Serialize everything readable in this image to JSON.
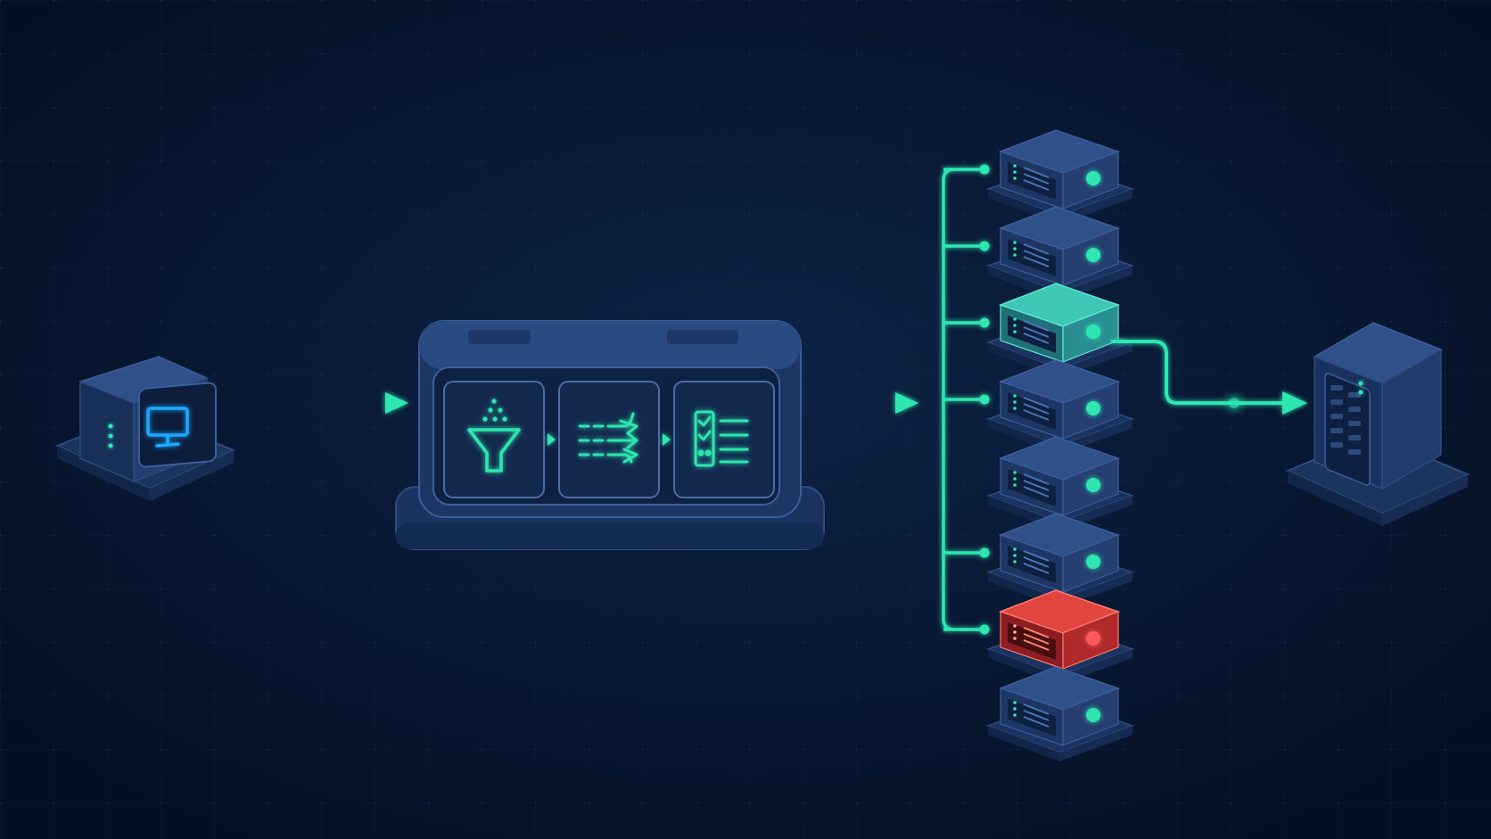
{
  "colors": {
    "background": "#071630",
    "device_body": "#213a66",
    "device_top": "#2d4c80",
    "device_dark": "#14264a",
    "accent": "#2ee6b0",
    "screen_blue": "#1aa8ff",
    "healthy_led": "#2ee6b0",
    "selected_server": "#2bb5a4",
    "failed_server": "#d8302e",
    "failed_led": "#ff5a5a"
  },
  "diagram": {
    "client": {
      "icon": "monitor-icon"
    },
    "load_balancer": {
      "stages": [
        {
          "icon": "funnel-filter-icon"
        },
        {
          "icon": "split-arrows-icon"
        },
        {
          "icon": "checklist-icon"
        }
      ]
    },
    "server_pool": {
      "servers": [
        {
          "status": "healthy",
          "connected": true
        },
        {
          "status": "healthy",
          "connected": true
        },
        {
          "status": "selected",
          "connected": true
        },
        {
          "status": "healthy",
          "connected": true
        },
        {
          "status": "healthy",
          "connected": false
        },
        {
          "status": "healthy",
          "connected": true
        },
        {
          "status": "failed",
          "connected": true
        },
        {
          "status": "healthy",
          "connected": false
        }
      ]
    },
    "backend": {
      "icon": "tower-server-icon"
    }
  }
}
